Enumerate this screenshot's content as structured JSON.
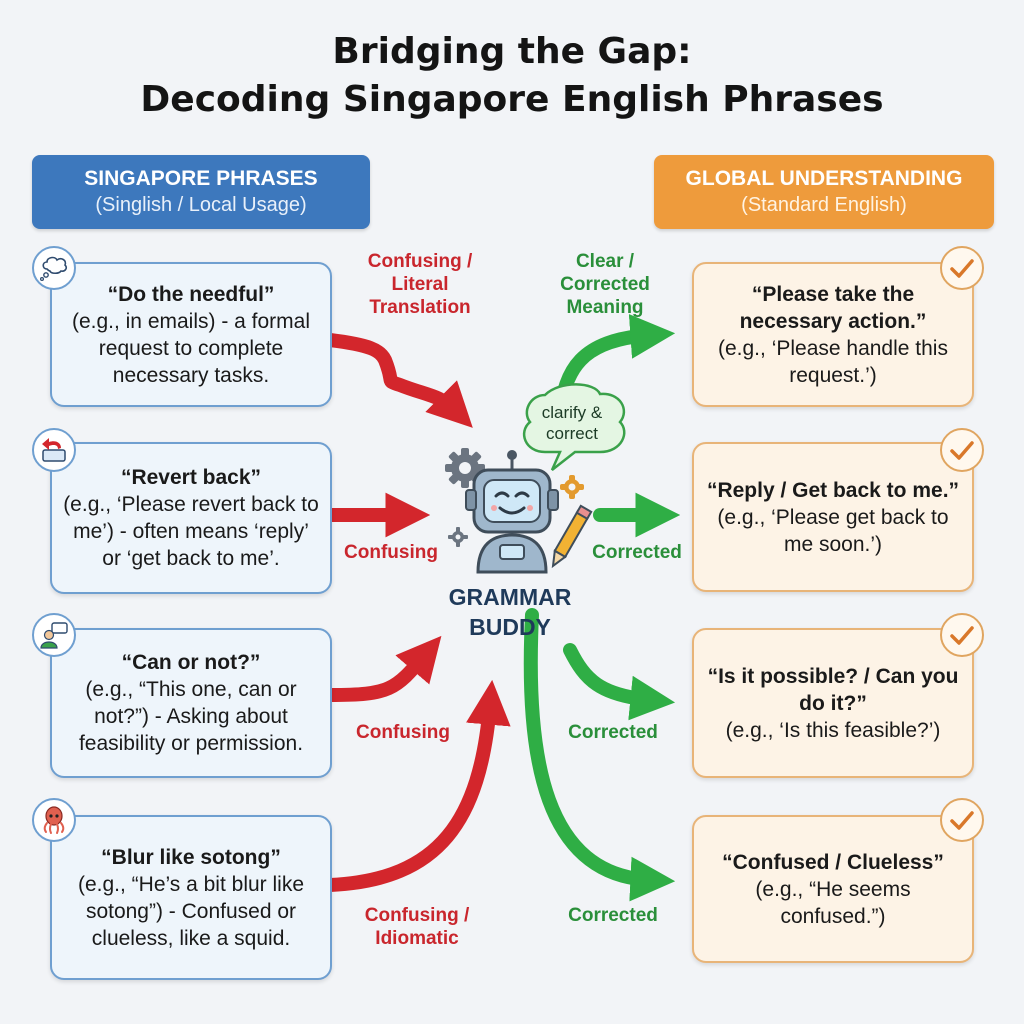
{
  "title": {
    "line1": "Bridging the Gap:",
    "line2": "Decoding Singapore English Phrases"
  },
  "left_header": {
    "title": "SINGAPORE PHRASES",
    "subtitle": "(Singlish / Local Usage)"
  },
  "right_header": {
    "title": "GLOBAL UNDERSTANDING",
    "subtitle": "(Standard English)"
  },
  "left_cards": [
    {
      "phrase": "“Do the needful”",
      "desc": "(e.g., in emails) - a formal request to complete necessary tasks.",
      "icon": "thought-bubble-icon"
    },
    {
      "phrase": "“Revert back”",
      "desc": "(e.g., ‘Please revert back to me’) - often means ‘reply’ or ‘get back to me’.",
      "icon": "reply-arrow-icon"
    },
    {
      "phrase": "“Can or not?”",
      "desc": "(e.g., “This one, can or not?”) - Asking about feasibility or permission.",
      "icon": "person-chat-icon"
    },
    {
      "phrase": "“Blur like sotong”",
      "desc": "(e.g., “He’s a bit blur like sotong”) - Confused or clueless, like a squid.",
      "icon": "squid-icon"
    }
  ],
  "right_cards": [
    {
      "phrase": "“Please take the necessary action.”",
      "desc": "(e.g., ‘Please handle this request.’)",
      "icon": "checkmark-icon"
    },
    {
      "phrase": "“Reply / Get back to me.”",
      "desc": "(e.g., ‘Please get back to me soon.’)",
      "icon": "checkmark-icon"
    },
    {
      "phrase": "“Is it possible? / Can you do it?”",
      "desc": "(e.g., ‘Is this feasible?’)",
      "icon": "checkmark-icon"
    },
    {
      "phrase": "“Confused / Clueless”",
      "desc": "(e.g., “He seems confused.”)",
      "icon": "checkmark-icon"
    }
  ],
  "red_labels": [
    "Confusing / Literal Translation",
    "Confusing",
    "Confusing",
    "Confusing / Idiomatic"
  ],
  "green_labels": [
    "Clear / Corrected Meaning",
    "Corrected",
    "Corrected",
    "Corrected"
  ],
  "center": {
    "name": "GRAMMAR BUDDY",
    "bubble": "clarify & correct"
  },
  "colors": {
    "red": "#d3262c",
    "green": "#2fae45",
    "blue": "#3d78bd",
    "orange": "#ee9b3c"
  }
}
